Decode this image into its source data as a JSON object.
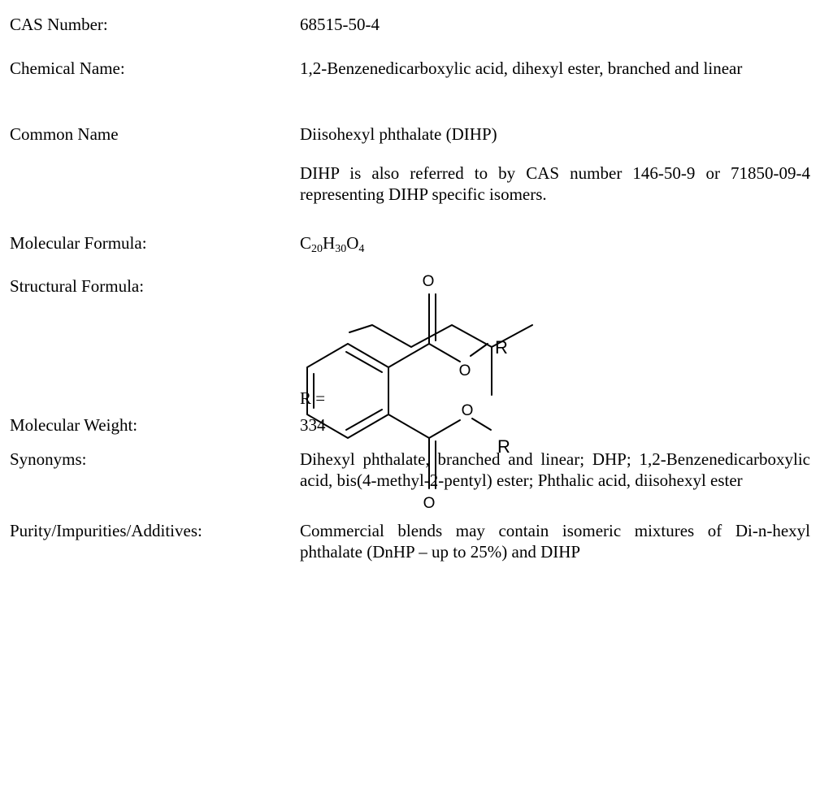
{
  "cas": {
    "label": "CAS Number:",
    "value": "68515-50-4"
  },
  "chemical_name": {
    "label": "Chemical Name:",
    "value": "1,2-Benzenedicarboxylic acid, dihexyl ester, branched and linear"
  },
  "common_name": {
    "label": "Common Name",
    "value": "Diisohexyl phthalate (DIHP)",
    "note": "DIHP is also referred to by CAS number 146-50-9 or 71850-09-4 representing DIHP specific isomers."
  },
  "molecular_formula": {
    "label": "Molecular Formula:",
    "c": "C",
    "c_count": "20",
    "h": "H",
    "h_count": "30",
    "o": "O",
    "o_count": "4"
  },
  "structural_formula": {
    "label": "Structural Formula:",
    "atom_o_top": "O",
    "atom_o_ester1": "O",
    "atom_r1": "R",
    "atom_o_ester2": "O",
    "atom_r2": "R",
    "atom_o_bottom": "O",
    "r_equals": "R ="
  },
  "molecular_weight": {
    "label": "Molecular Weight:",
    "value": "334"
  },
  "synonyms": {
    "label": "Synonyms:",
    "value": "Dihexyl phthalate, branched and linear; DHP; 1,2-Benzenedicarboxylic acid, bis(4-methyl-2-pentyl) ester; Phthalic acid, diisohexyl ester"
  },
  "purity": {
    "label": "Purity/Impurities/Additives:",
    "value": "Commercial blends may contain isomeric mixtures of Di-n-hexyl phthalate (DnHP – up to 25%) and DIHP"
  }
}
